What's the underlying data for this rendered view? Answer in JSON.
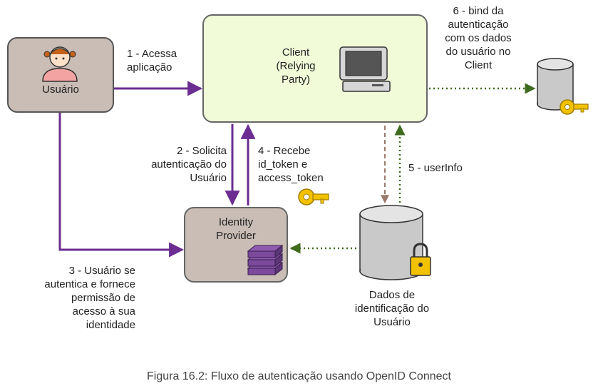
{
  "nodes": {
    "user": "Usuário",
    "client": "Client\n(Relying\nParty)",
    "idp": "Identity\nProvider",
    "data_store": "Dados de\nidentificação do\nUsuário"
  },
  "steps": {
    "step1": "1 - Acessa\naplicação",
    "step2": "2 - Solicita\nautenticação do\nUsuário",
    "step3": "3 - Usuário se\nautentica e fornece\npermissão de\nacesso à sua\nidentidade",
    "step4": "4 - Recebe\nid_token e\naccess_token",
    "step5": "5 - userInfo",
    "step6": "6 - bind da\nautenticação\ncom os dados\ndo usuário no\nClient"
  },
  "caption": "Figura 16.2: Fluxo de autenticação usando OpenID Connect",
  "icons": {
    "user": "user-avatar-icon",
    "client": "computer-icon",
    "idp": "server-stack-icon",
    "data_store": "database-lock-icon",
    "client_db": "database-key-icon",
    "token": "key-icon"
  },
  "colors": {
    "purple_arrow": "#6b2d91",
    "green_dotted": "#3f6b1f",
    "brown_dashed": "#9a7b6e",
    "client_fill": "#f1fbd8",
    "node_fill": "#c9bdb5",
    "key_gold": "#f2c200"
  }
}
